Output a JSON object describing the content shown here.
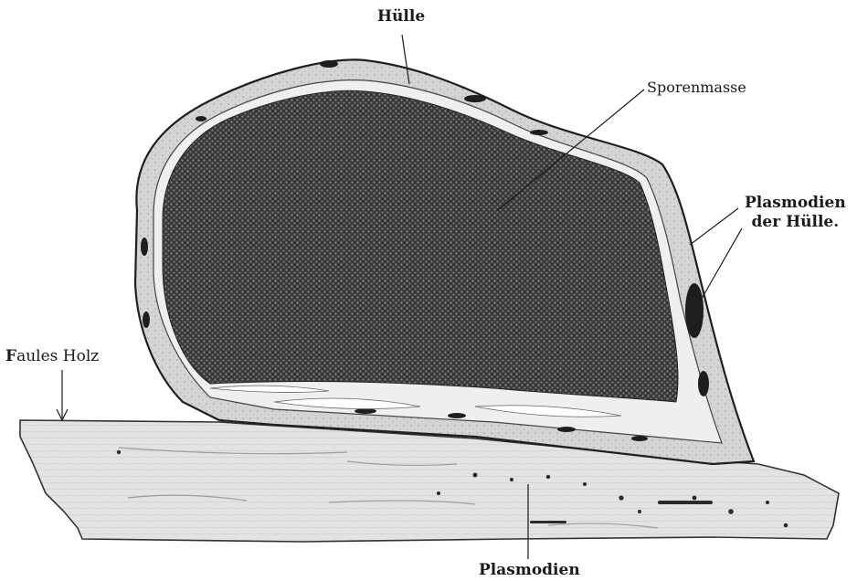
{
  "labels": {
    "huelle": "Hülle",
    "sporenmasse": "Sporenmasse",
    "plasmodien_huelle_line1": "Plasmodien",
    "plasmodien_huelle_line2": "der Hülle.",
    "faules_holz_initial": "F",
    "faules_holz_rest": "aules Holz",
    "plasmodien": "Plasmodien"
  }
}
